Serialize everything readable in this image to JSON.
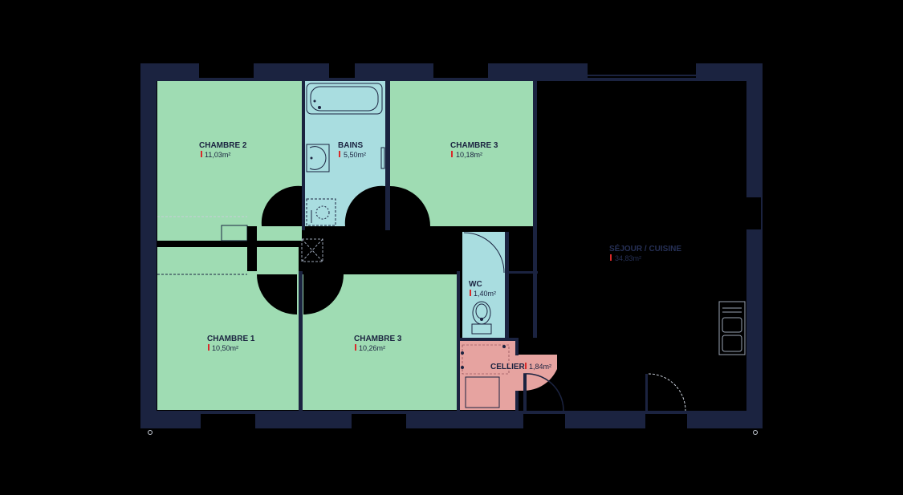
{
  "colors": {
    "background": "#000000",
    "wall": "#1b2340",
    "bedroom": "#9fdcb3",
    "wet_room": "#a9dde0",
    "cellier": "#e6a3a0",
    "area_marker": "#d92a2a"
  },
  "rooms": {
    "chambre2": {
      "name": "CHAMBRE 2",
      "area": "11,03m²"
    },
    "bains": {
      "name": "BAINS",
      "area": "5,50m²"
    },
    "chambre3_top": {
      "name": "CHAMBRE 3",
      "area": "10,18m²"
    },
    "sejour": {
      "name": "SÉJOUR / CUISINE",
      "area": "34,83m²"
    },
    "wc": {
      "name": "WC",
      "area": "1,40m²"
    },
    "chambre1": {
      "name": "CHAMBRE 1",
      "area": "10,50m²"
    },
    "chambre3_bottom": {
      "name": "CHAMBRE 3",
      "area": "10,26m²"
    },
    "cellier": {
      "name": "CELLIER",
      "area": "1,84m²"
    }
  },
  "icons": [
    "bathtub-icon",
    "washbasin-icon",
    "shower-icon",
    "toilet-icon",
    "sink-icon",
    "boiler-icon",
    "door-swing-icon"
  ]
}
